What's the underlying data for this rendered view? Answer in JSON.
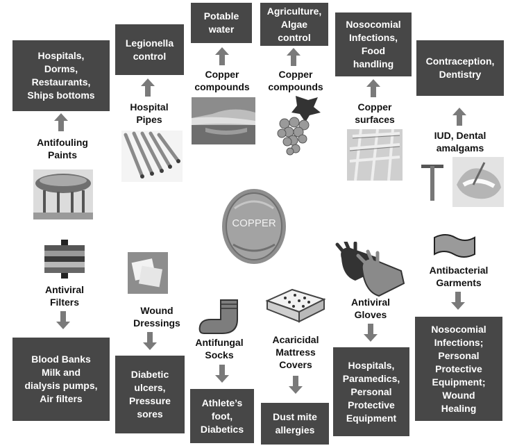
{
  "center": {
    "label": "COPPER"
  },
  "applications": [
    {
      "id": "antifouling",
      "agent": "Antifouling\nPaints",
      "use": "Hospitals,\nDorms,\nRestaurants,\nShips bottoms"
    },
    {
      "id": "pipes",
      "agent": "Hospital\nPipes",
      "use": "Legionella\ncontrol"
    },
    {
      "id": "water",
      "agent": "Copper\ncompounds",
      "use": "Potable\nwater"
    },
    {
      "id": "agri",
      "agent": "Copper\ncompounds",
      "use": "Agriculture,\nAlgae\ncontrol"
    },
    {
      "id": "surfaces",
      "agent": "Copper\nsurfaces",
      "use": "Nosocomial\nInfections,\nFood\nhandling"
    },
    {
      "id": "iud",
      "agent": "IUD, Dental\namalgams",
      "use": "Contraception,\nDentistry"
    },
    {
      "id": "filters",
      "agent": "Antiviral\nFilters",
      "use": "Blood Banks\nMilk and\ndialysis pumps,\nAir filters"
    },
    {
      "id": "wound",
      "agent": "Wound\nDressings",
      "use": "Diabetic\nulcers,\nPressure\nsores"
    },
    {
      "id": "socks",
      "agent": "Antifungal\nSocks",
      "use": "Athlete’s\nfoot,\nDiabetics"
    },
    {
      "id": "mattress",
      "agent": "Acaricidal\nMattress\nCovers",
      "use": "Dust mite\nallergies"
    },
    {
      "id": "gloves",
      "agent": "Antiviral\nGloves",
      "use": "Hospitals,\nParamedics,\nPersonal\nProtective\nEquipment"
    },
    {
      "id": "garments",
      "agent": "Antibacterial\nGarments",
      "use": "Nosocomial\nInfections;\nPersonal\nProtective\nEquipment;\nWound\nHealing"
    }
  ],
  "colors": {
    "box": "#474747",
    "box_text": "#ffffff",
    "arrow": "#7a7a7a",
    "label": "#111111"
  }
}
